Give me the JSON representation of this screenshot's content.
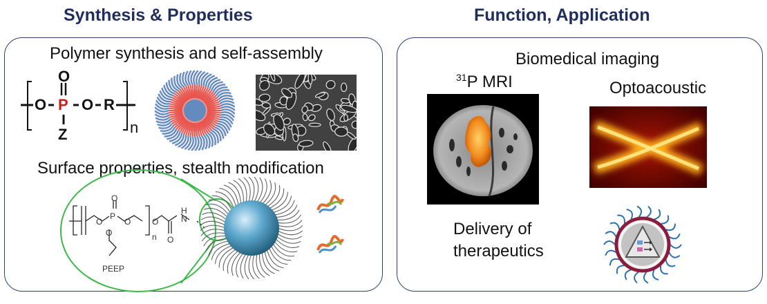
{
  "left": {
    "heading": "Synthesis & Properties",
    "synthesis_label": "Polymer synthesis and self-assembly",
    "surface_label": "Surface properties, stealth modification",
    "formula": {
      "o_top": "O",
      "o_left": "O",
      "p": "P",
      "o_right": "O",
      "r": "R",
      "z": "Z",
      "n": "n"
    },
    "peep": {
      "p": "P",
      "o1": "O",
      "o2": "O",
      "o3": "O",
      "o4": "O",
      "o5": "O",
      "o6": "O",
      "h": "H",
      "n_atom": "N",
      "n_sub": "n",
      "name": "PEEP"
    }
  },
  "right": {
    "heading": "Function, Application",
    "imaging_label": "Biomedical imaging",
    "mri_label_sup": "31",
    "mri_label": "P MRI",
    "opto_label": "Optoacoustic",
    "delivery_line1": "Delivery of",
    "delivery_line2": "therapeutics"
  },
  "colors": {
    "heading": "#1f2e5c",
    "panel_border": "#2a3f6e",
    "phosphorus": "#d11a1a",
    "peep_zoom": "#3cb84a",
    "nanoparticle": "#4f9fc7",
    "micelle_core": "#4a8ac4",
    "micelle_shell": "#e8564f"
  }
}
